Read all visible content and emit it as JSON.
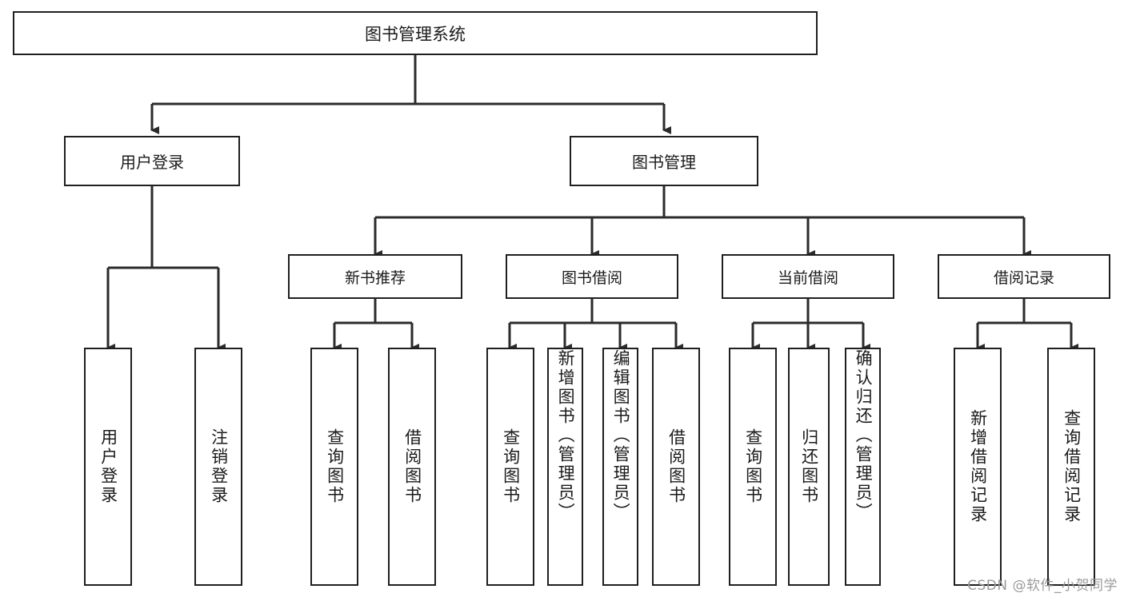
{
  "diagram": {
    "title": "图书管理系统",
    "type": "tree",
    "watermark": "CSDN @软件_小贺同学",
    "colors": {
      "border": "#1f1f1f",
      "fill": "#ffffff",
      "text": "#1a1a1a",
      "connector": "#2b2b2b",
      "watermark": "#9a9a9a"
    },
    "root": {
      "label": "图书管理系统"
    },
    "level2": [
      {
        "label": "用户登录"
      },
      {
        "label": "图书管理"
      }
    ],
    "level3": [
      {
        "label": "新书推荐"
      },
      {
        "label": "图书借阅"
      },
      {
        "label": "当前借阅"
      },
      {
        "label": "借阅记录"
      }
    ],
    "leaves": {
      "user_login": [
        {
          "label": "用户登录"
        },
        {
          "label": "注销登录"
        }
      ],
      "new_book": [
        {
          "label": "查询图书"
        },
        {
          "label": "借阅图书"
        }
      ],
      "book_borrow": [
        {
          "label": "查询图书"
        },
        {
          "label": "新增图书（管理员）"
        },
        {
          "label": "编辑图书（管理员）"
        },
        {
          "label": "借阅图书"
        }
      ],
      "current_borrow": [
        {
          "label": "查询图书"
        },
        {
          "label": "归还图书"
        },
        {
          "label": "确认归还（管理员）"
        }
      ],
      "borrow_record": [
        {
          "label": "新增借阅记录"
        },
        {
          "label": "查询借阅记录"
        }
      ]
    }
  }
}
